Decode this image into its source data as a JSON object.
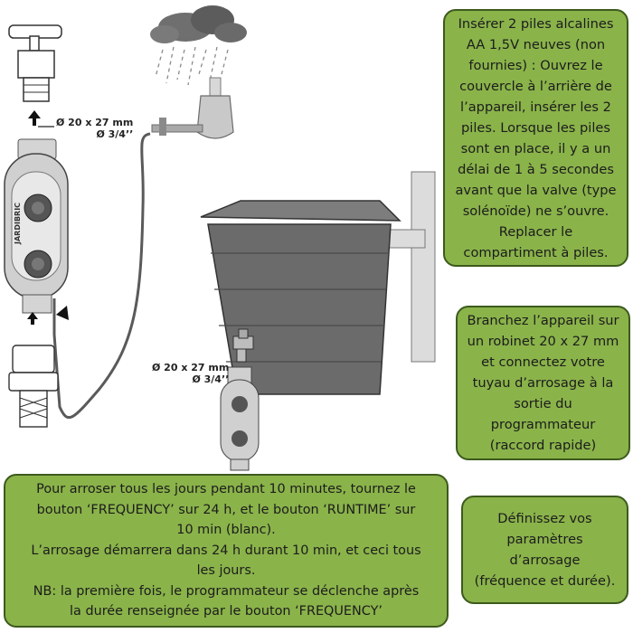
{
  "battery_instructions": "Insérer 2 piles alcalines\nAA 1,5V neuves (non\nfournies) : Ouvrez le\ncouvercle à l’arrière de\nl’appareil, insérer les 2\npiles. Lorsque les piles\nsont en place, il y a un\ndélai de 1 à 5 secondes\navant que la valve (type\nsolénoïde) ne s’ouvre.\nReplacer le\ncompartiment à piles.",
  "connect_instructions": "Branchez l’appareil sur\nun robinet 20 x 27 mm\net connectez votre\ntuyau d’arrosage à la\nsortie du\nprogrammateur\n(raccord rapide)",
  "watering_example": "Pour arroser tous les jours pendant 10 minutes, tournez le\nbouton ‘FREQUENCY’ sur 24 h, et le bouton ‘RUNTIME’ sur\n10 min (blanc).\nL’arrosage démarrera dans 24 h durant 10 min, et ceci tous\nles jours.\nNB: la première fois, le programmateur se déclenche après\nla durée renseignée par le bouton ‘FREQUENCY’",
  "settings_hint": "Définissez vos\nparamètres\nd’arrosage\n(fréquence et durée).",
  "dimension_top": "Ø 20 x 27 mm\nØ 3/4’’",
  "dimension_bottom": "Ø 20 x 27 mm\nØ 3/4’’",
  "brand_label": "JARDIBRIC",
  "colors": {
    "box_fill": "#8ab34a",
    "box_border": "#3d5a1c",
    "tank": "#6b6b6b",
    "device": "#cfd0cf"
  }
}
